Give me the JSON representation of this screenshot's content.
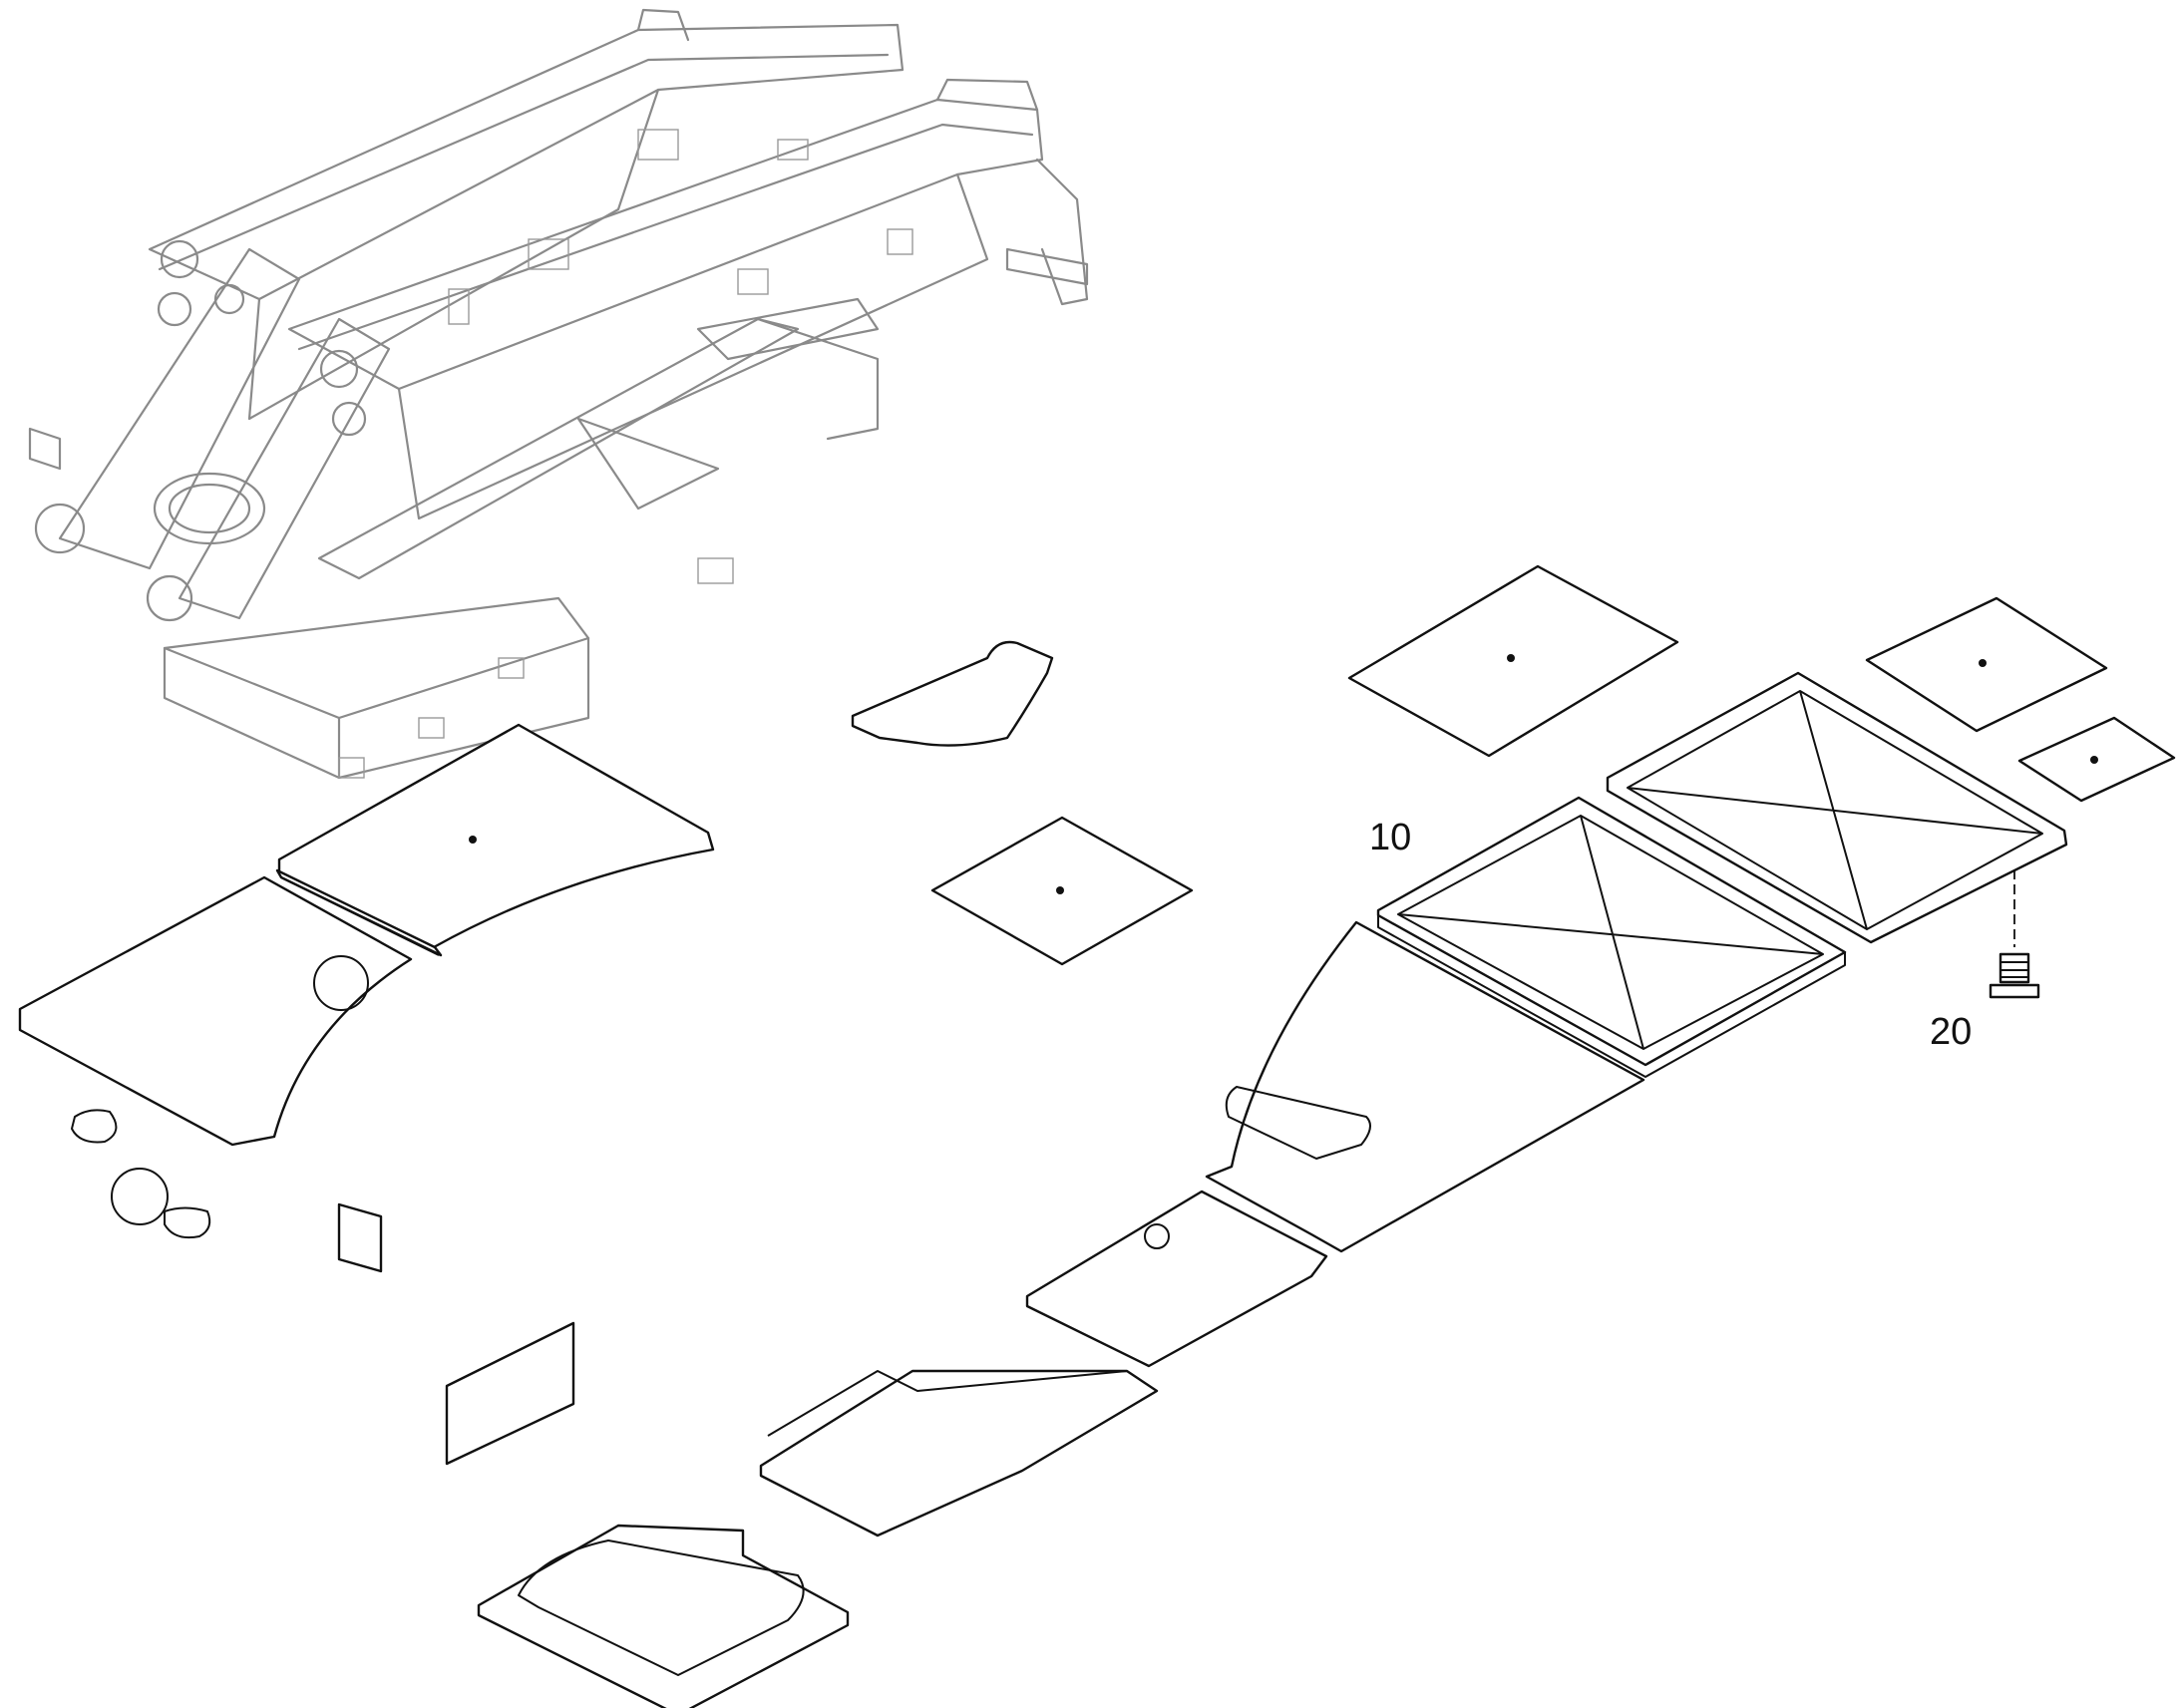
{
  "callouts": [
    {
      "number": "10",
      "part": "floor-cover-plate"
    },
    {
      "number": "20",
      "part": "flange-bolt"
    }
  ]
}
